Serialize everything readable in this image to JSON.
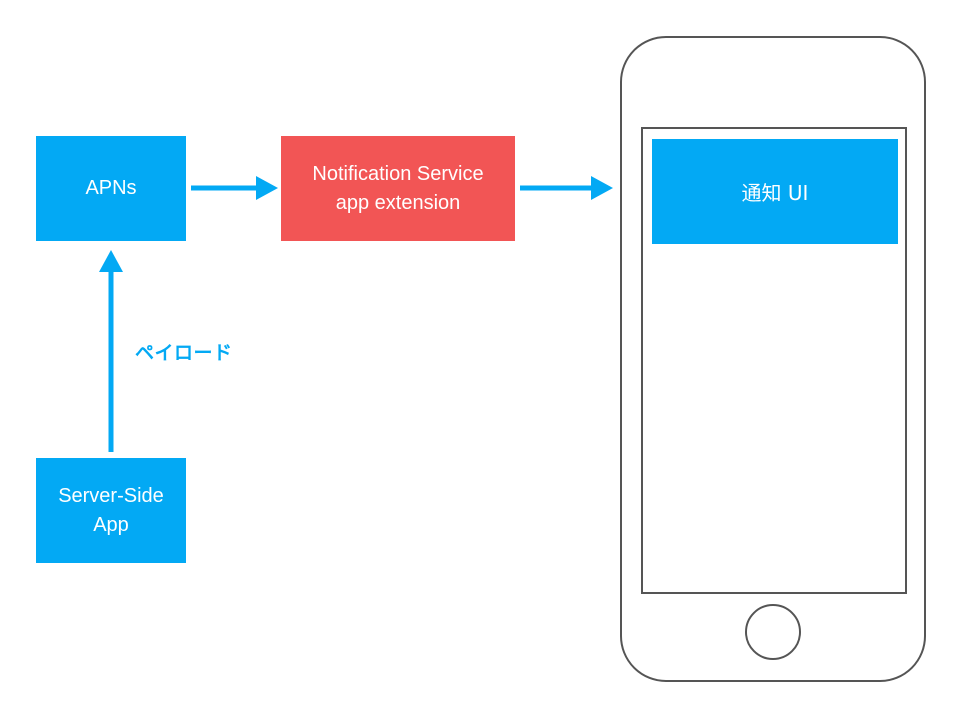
{
  "diagram": {
    "nodes": {
      "apns": {
        "label": "APNs"
      },
      "notification_service": {
        "label": "Notification Service\napp extension"
      },
      "server_side_app": {
        "label": "Server-Side\nApp"
      }
    },
    "edges": [
      {
        "from": "server_side_app",
        "to": "apns",
        "label": "ペイロード"
      },
      {
        "from": "apns",
        "to": "notification_service",
        "label": ""
      },
      {
        "from": "notification_service",
        "to": "device",
        "label": ""
      }
    ],
    "device": {
      "notification_label": "通知 UI"
    },
    "colors": {
      "node_blue": "#03a9f4",
      "node_red": "#f25555",
      "arrow": "#03a9f4",
      "device_outline": "#555555"
    }
  }
}
